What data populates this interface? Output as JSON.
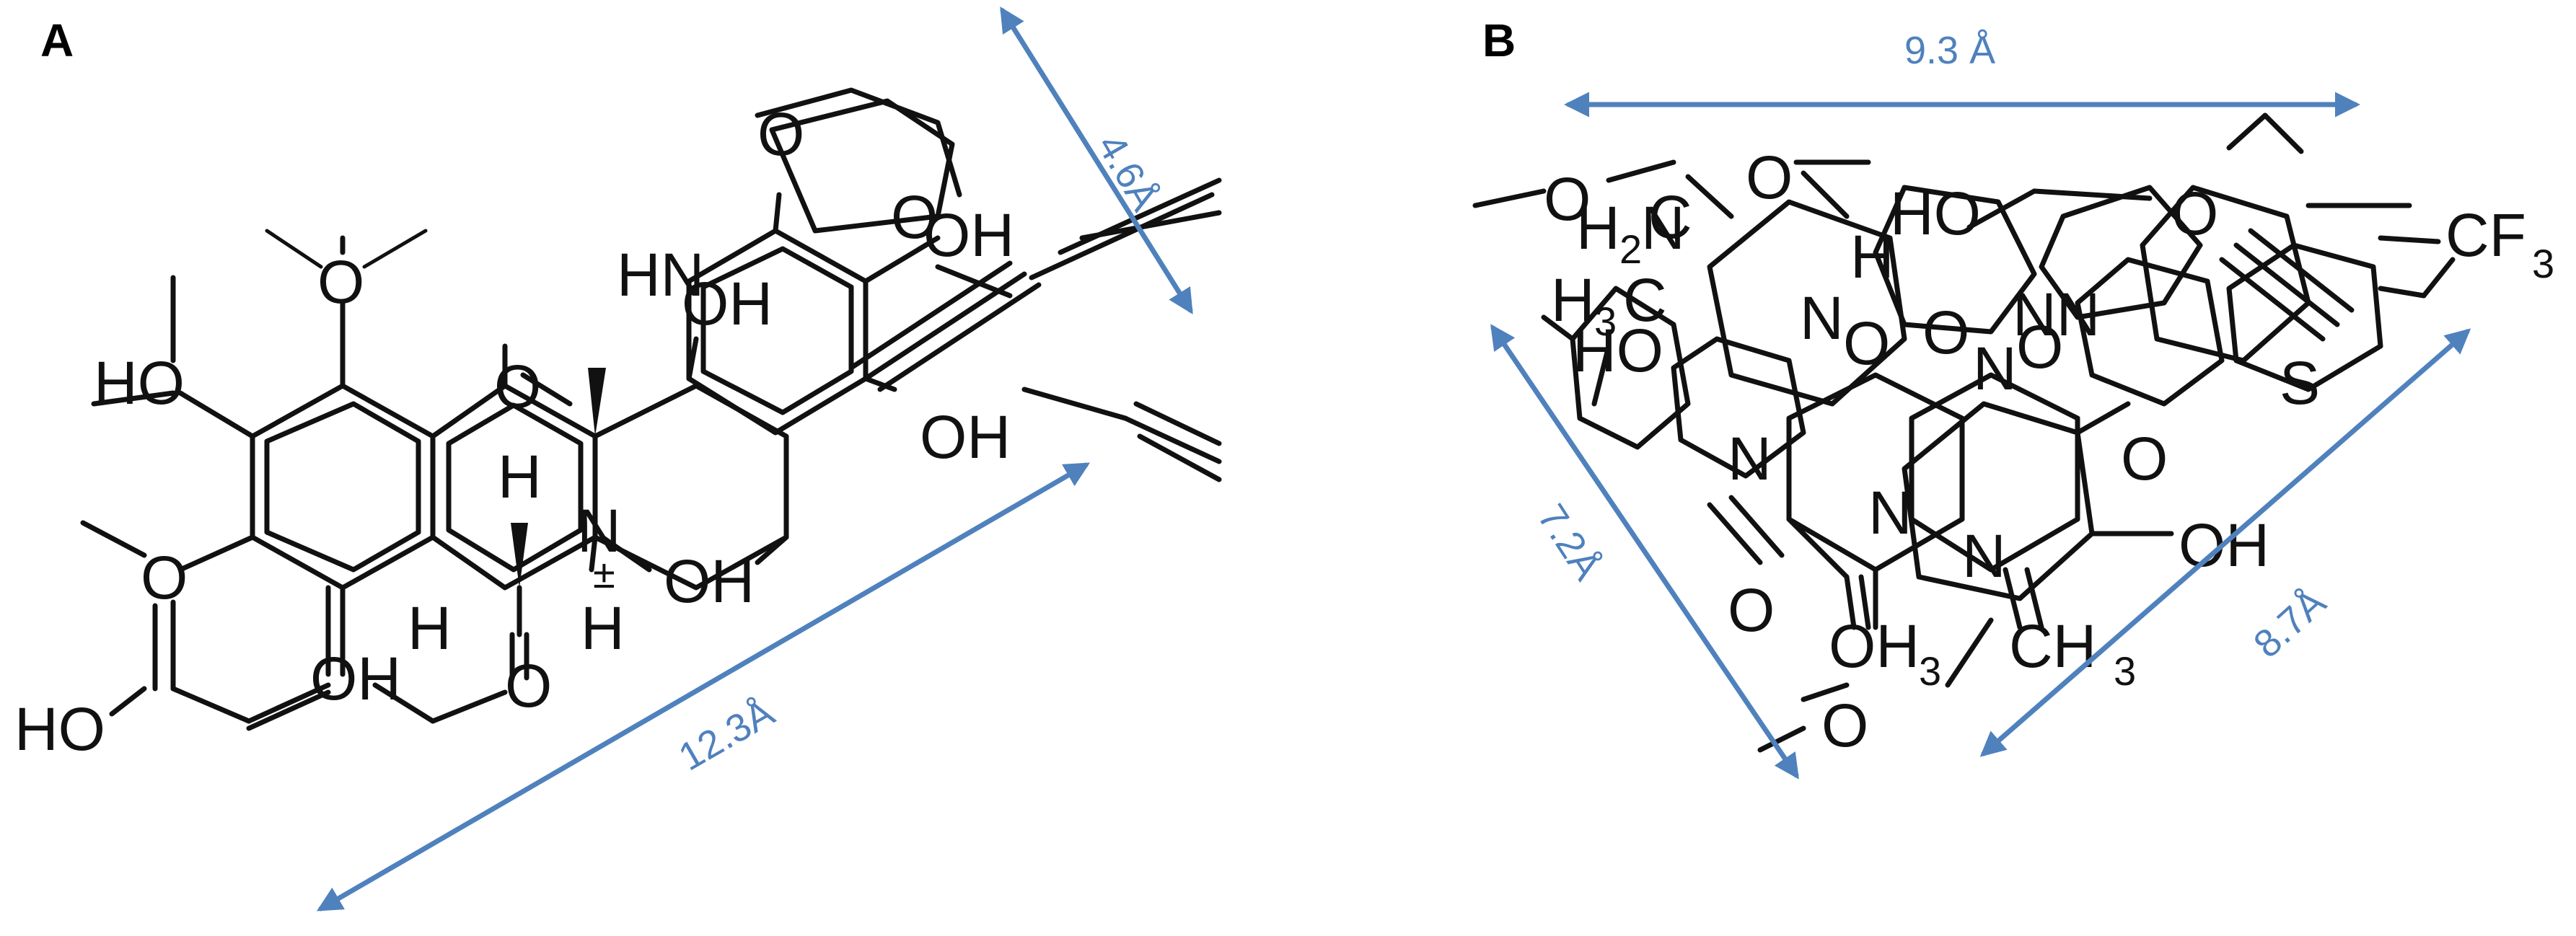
{
  "panels": [
    {
      "label": "A",
      "measurements": [
        "4.6Å",
        "12.3Å"
      ],
      "atom_labels": [
        "O",
        "O",
        "OH",
        "HN",
        "OH",
        "O",
        "HO",
        "O",
        "H",
        "N",
        "OH",
        "OH",
        "H",
        "H",
        "O",
        "O",
        "OH",
        "HO",
        "±"
      ]
    },
    {
      "label": "B",
      "measurements": [
        "9.3 Å",
        "7.2Å",
        "8.7Å"
      ],
      "atom_labels": [
        "O",
        "H",
        "2",
        "N",
        "C",
        "O",
        "HO",
        "H",
        "O",
        "CF",
        "3",
        "H",
        "3",
        "C",
        "HO",
        "N",
        "O",
        "O",
        "NN",
        "N",
        "O",
        "S",
        "N",
        "N",
        "N",
        "O",
        "OH",
        "O",
        "OH",
        "3",
        "CH",
        "3",
        "O"
      ]
    }
  ],
  "colors": {
    "structure": "#111111",
    "dimension": "#4f81bd"
  }
}
